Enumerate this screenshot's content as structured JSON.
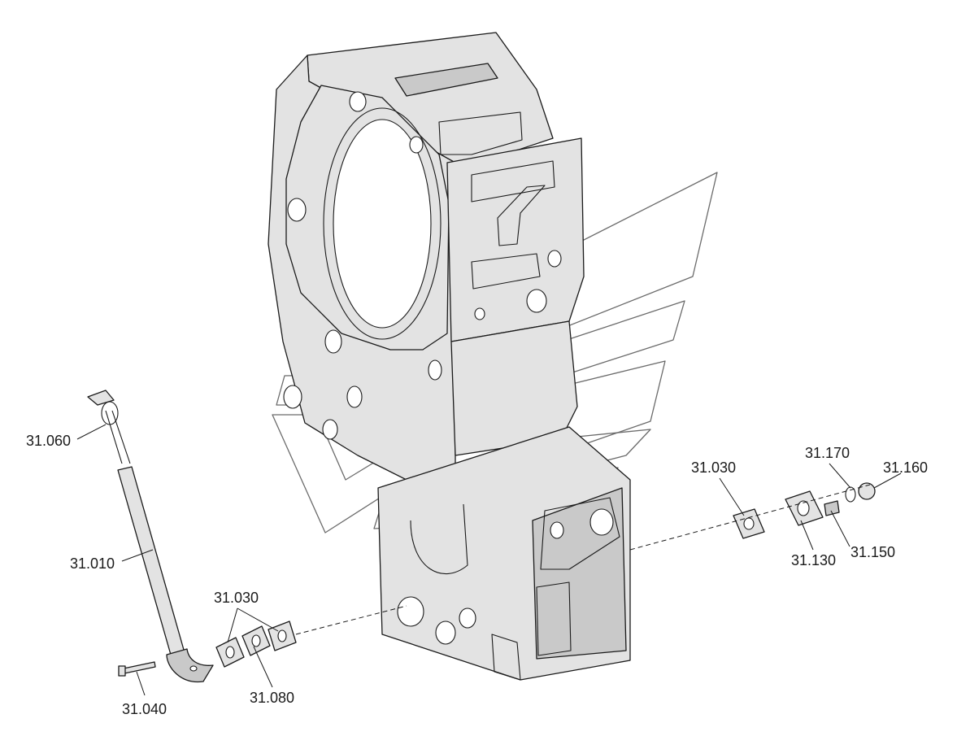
{
  "callouts": {
    "c_31060": "31.060",
    "c_31010": "31.010",
    "c_31030_left": "31.030",
    "c_31080": "31.080",
    "c_31040": "31.040",
    "c_31030_right": "31.030",
    "c_31130": "31.130",
    "c_31150": "31.150",
    "c_31170": "31.170",
    "c_31160": "31.160"
  },
  "colors": {
    "line": "#1a1a1a",
    "part_fill": "#e3e3e3",
    "watermark": "#6b6b6b",
    "background": "#ffffff"
  }
}
